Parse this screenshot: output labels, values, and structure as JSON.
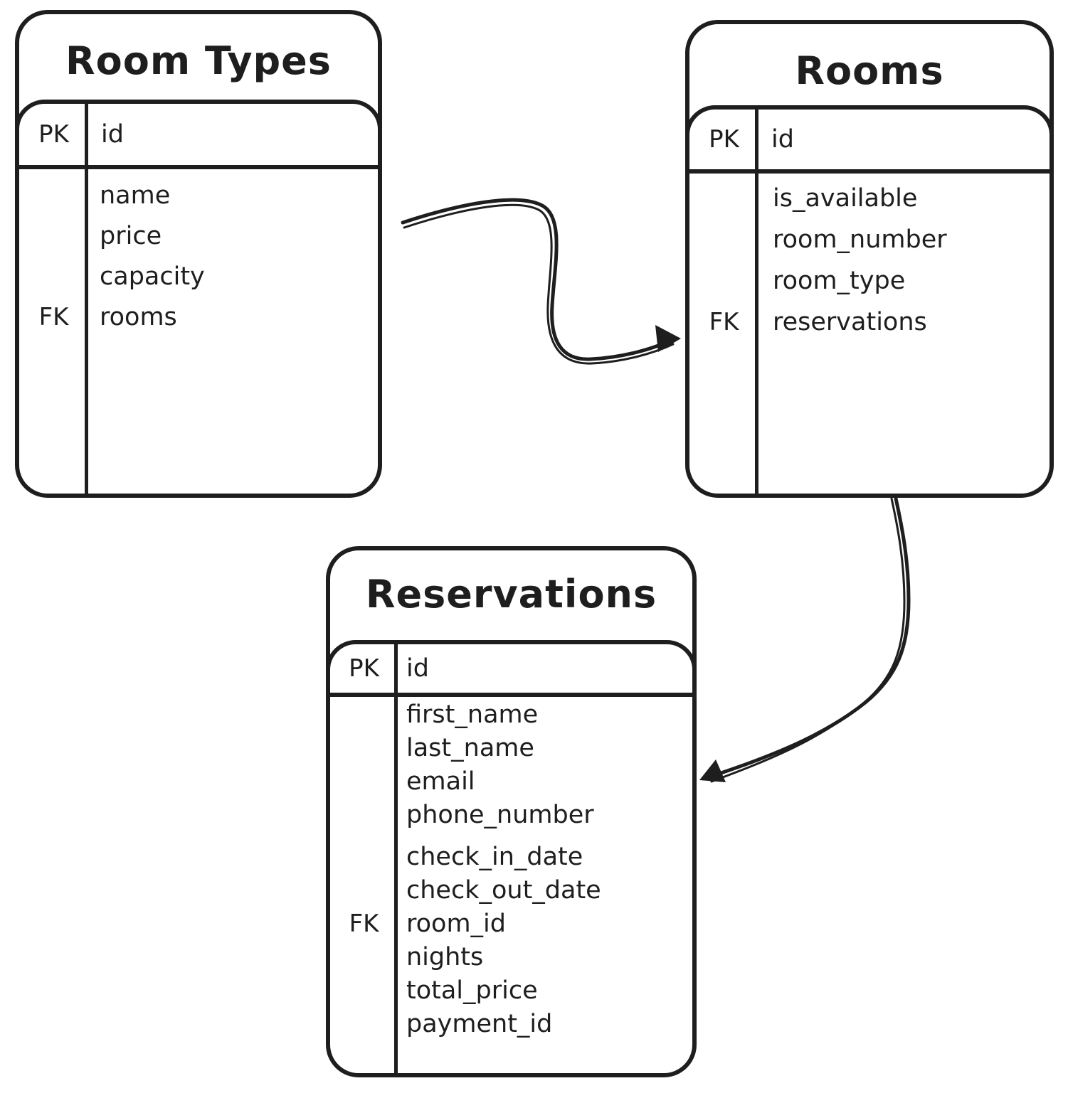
{
  "diagram": {
    "background": "#ffffff",
    "stroke_color": "#1e1e1e",
    "tables": [
      {
        "title": "Room Types",
        "header": {
          "key": "PK",
          "field": "id"
        },
        "fields": [
          {
            "key": "",
            "name": "name"
          },
          {
            "key": "",
            "name": "price"
          },
          {
            "key": "",
            "name": "capacity"
          },
          {
            "key": "FK",
            "name": "rooms"
          }
        ]
      },
      {
        "title": "Rooms",
        "header": {
          "key": "PK",
          "field": "id"
        },
        "fields": [
          {
            "key": "",
            "name": "is_available"
          },
          {
            "key": "",
            "name": "room_number"
          },
          {
            "key": "",
            "name": "room_type"
          },
          {
            "key": "FK",
            "name": "reservations"
          }
        ]
      },
      {
        "title": "Reservations",
        "header": {
          "key": "PK",
          "field": "id"
        },
        "fields": [
          {
            "key": "",
            "name": "first_name"
          },
          {
            "key": "",
            "name": "last_name"
          },
          {
            "key": "",
            "name": "email"
          },
          {
            "key": "",
            "name": "phone_number"
          },
          {
            "key": "",
            "name": "check_in_date"
          },
          {
            "key": "",
            "name": "check_out_date"
          },
          {
            "key": "FK",
            "name": "room_id"
          },
          {
            "key": "",
            "name": "nights"
          },
          {
            "key": "",
            "name": "total_price"
          },
          {
            "key": "",
            "name": "payment_id"
          }
        ]
      }
    ],
    "relations": [
      {
        "from": "Room Types",
        "to": "Rooms"
      },
      {
        "from": "Rooms",
        "to": "Reservations"
      }
    ]
  }
}
